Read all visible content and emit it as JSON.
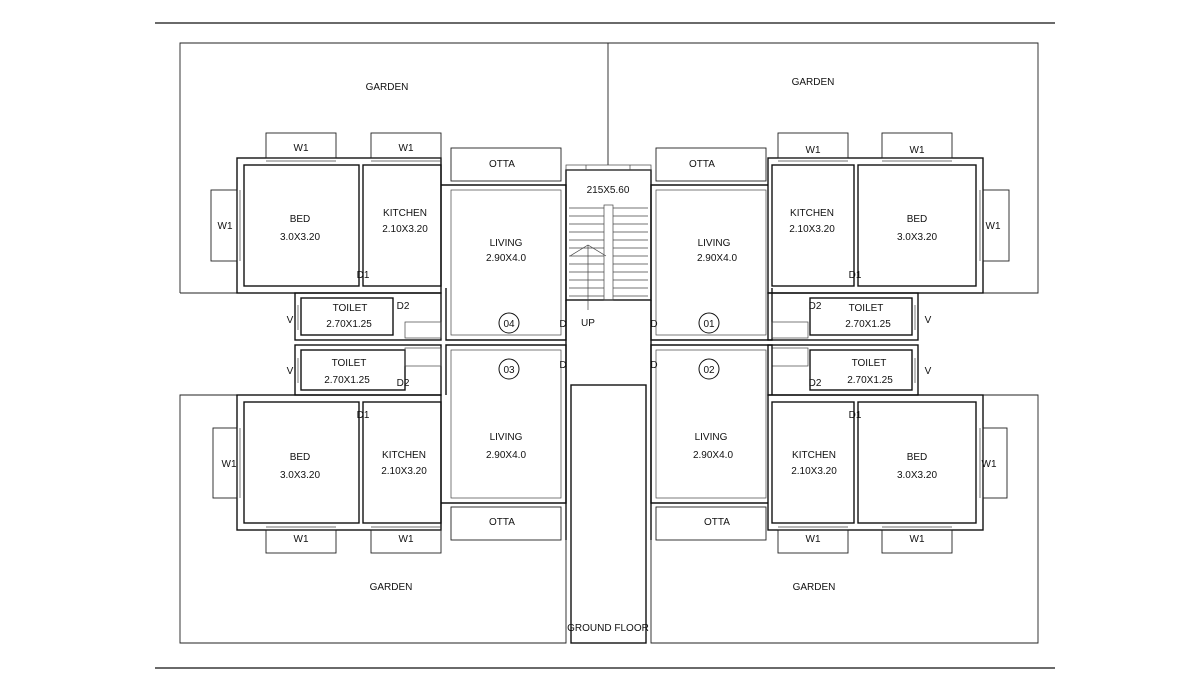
{
  "drawing": {
    "title": "GROUND FLOOR",
    "staircase_size": "215X5.60",
    "stair_label": "UP"
  },
  "units": [
    {
      "id": "unit-04",
      "number": "04"
    },
    {
      "id": "unit-01",
      "number": "01"
    },
    {
      "id": "unit-03",
      "number": "03"
    },
    {
      "id": "unit-02",
      "number": "02"
    }
  ],
  "labels": {
    "garden": "GARDEN",
    "bed": "BED",
    "bed_size": "3.0X3.20",
    "kitchen": "KITCHEN",
    "kitchen_size": "2.10X3.20",
    "living": "LIVING",
    "living_size": "2.90X4.0",
    "toilet": "TOILET",
    "toilet_size": "2.70X1.25",
    "otta": "OTTA",
    "window": "W1",
    "door_main": "D",
    "door_d1": "D1",
    "door_d2": "D2",
    "vent": "V"
  }
}
